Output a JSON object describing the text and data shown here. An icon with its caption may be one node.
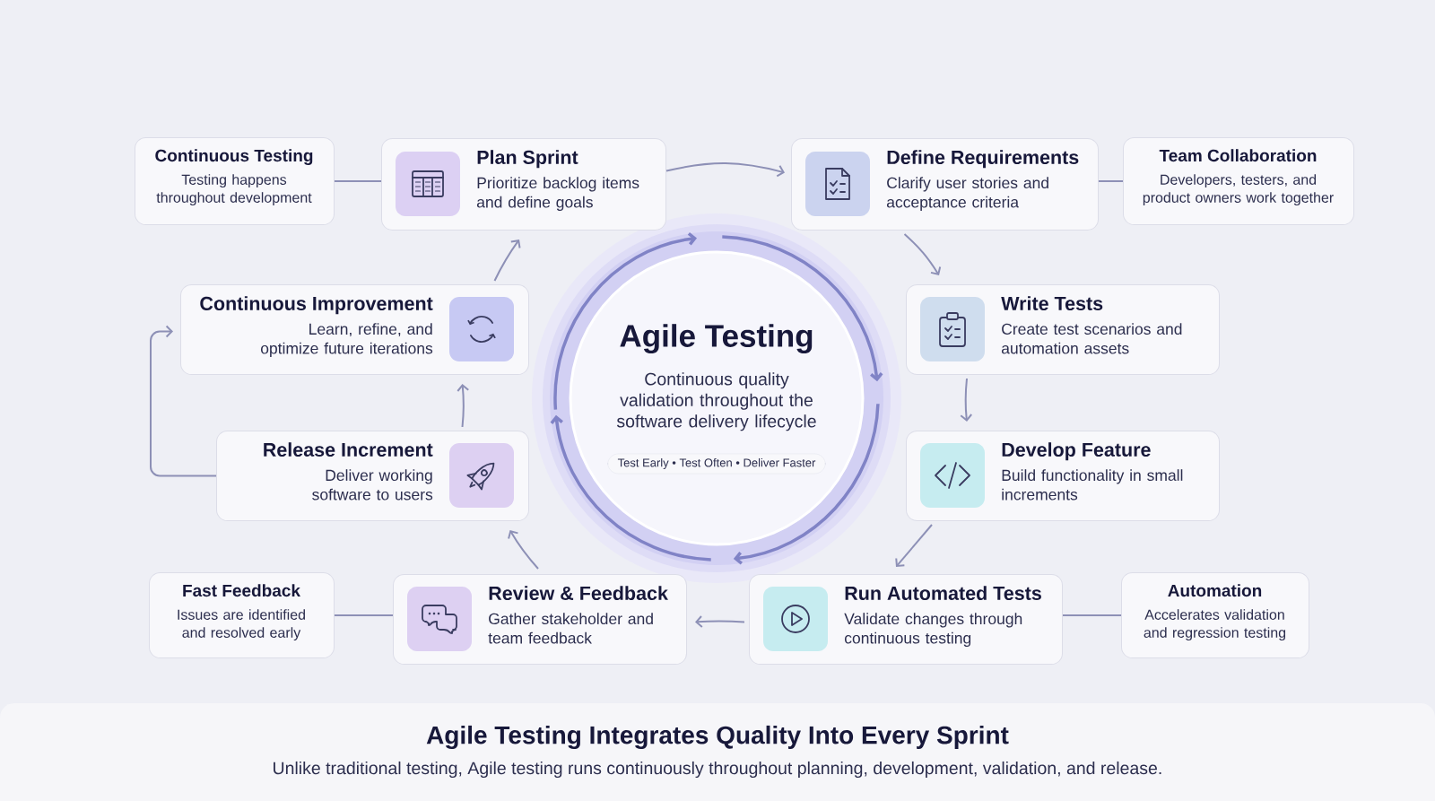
{
  "diagram": {
    "title": "Agile Testing Integrates Quality Into Every Sprint",
    "caption": "Unlike traditional testing, Agile testing runs continuously throughout planning, development, validation, and release.",
    "nodes": [
      {
        "text": [
          "Continuous Testing",
          "Testing happens throughout development"
        ]
      },
      {
        "text": [
          "Plan Sprint",
          "Prioritize backlog items and define goals"
        ]
      },
      {
        "text": [
          "Define Requirements",
          "Clarify user stories and acceptance criteria"
        ]
      },
      {
        "text": [
          "Team Collaboration",
          "Developers, testers, and product owners work together"
        ]
      },
      {
        "text": [
          "Continuous Improvement",
          "Learn, refine, and optimize future iterations"
        ]
      },
      {
        "text": [
          "Agile Testing",
          "Continuous quality validation throughout the software delivery lifecycle"
        ]
      },
      {
        "text": [
          "Test Early • Test Often • Deliver Faster"
        ],
        "in": 5
      },
      {
        "text": [
          "Write Tests",
          "Create test scenarios and automation assets"
        ]
      },
      {
        "text": [
          "Release Increment",
          "Deliver working software to users"
        ]
      },
      {
        "text": [
          "Develop Feature",
          "Build functionality in small increments"
        ]
      },
      {
        "text": [
          "Fast Feedback",
          "Issues are identified and resolved early"
        ]
      },
      {
        "text": [
          "Review & Feedback",
          "Gather stakeholder and team feedback"
        ]
      },
      {
        "text": [
          "Run Automated Tests",
          "Validate changes through continuous testing"
        ]
      },
      {
        "text": [
          "Automation",
          "Accelerates validation and regression testing"
        ]
      }
    ],
    "edges": [
      {
        "from": 1,
        "to": 2,
        "arrow": "to"
      },
      {
        "from": 2,
        "to": 7,
        "arrow": "to"
      },
      {
        "from": 7,
        "to": 9,
        "arrow": "to"
      },
      {
        "from": 9,
        "to": 12,
        "arrow": "to"
      },
      {
        "from": 12,
        "to": 11,
        "arrow": "to"
      },
      {
        "from": 11,
        "to": 8,
        "arrow": "to"
      },
      {
        "from": 8,
        "to": 4,
        "arrow": "to"
      },
      {
        "from": 4,
        "to": 1,
        "arrow": "to"
      },
      {
        "from": 8,
        "to": 4,
        "arrow": "to"
      },
      {
        "from": 0,
        "to": 1,
        "arrow": "none"
      },
      {
        "from": 2,
        "to": 3,
        "arrow": "none"
      },
      {
        "from": 10,
        "to": 11,
        "arrow": "none"
      },
      {
        "from": 12,
        "to": 13,
        "arrow": "none"
      }
    ]
  }
}
